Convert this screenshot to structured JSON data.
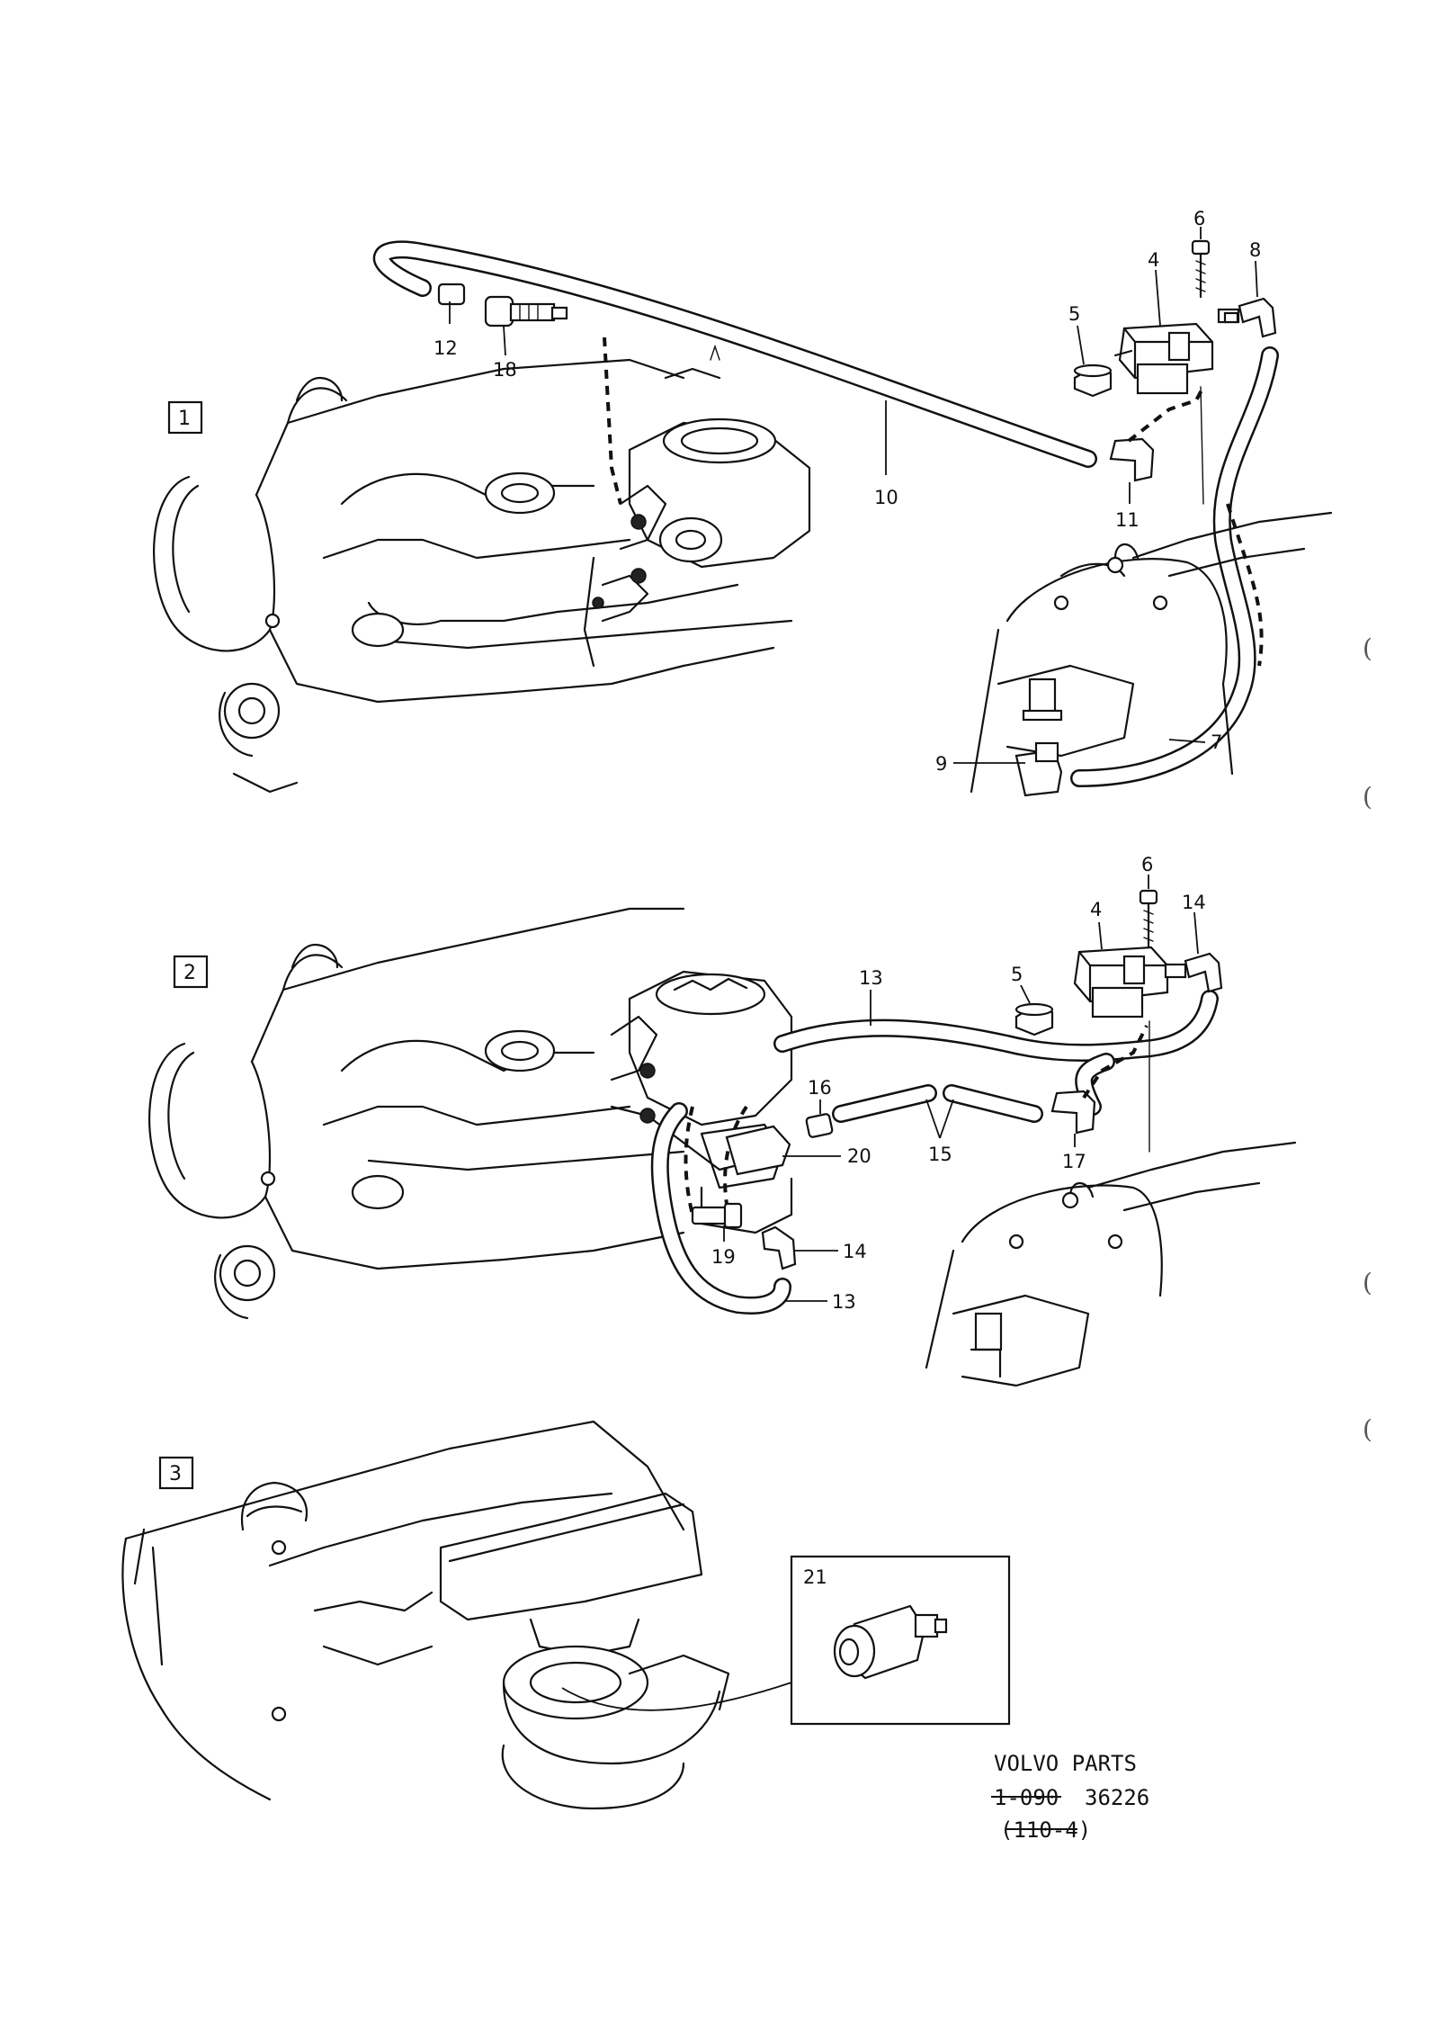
{
  "figures": [
    {
      "id": "1",
      "callouts": {
        "c12": "12",
        "c18": "18",
        "c10": "10",
        "c5": "5",
        "c4": "4",
        "c6": "6",
        "c8": "8",
        "c11": "11",
        "c9": "9",
        "c7": "7"
      }
    },
    {
      "id": "2",
      "callouts": {
        "c13a": "13",
        "c5": "5",
        "c4": "4",
        "c6": "6",
        "c14a": "14",
        "c16": "16",
        "c15": "15",
        "c17": "17",
        "c20": "20",
        "c19": "19",
        "c14b": "14",
        "c13b": "13"
      }
    },
    {
      "id": "3",
      "callouts": {
        "c21": "21"
      }
    }
  ],
  "footer": {
    "brand": "VOLVO PARTS",
    "old_code": "1-090",
    "ref_number": "36226",
    "old_group": "(110-4)"
  },
  "margin_marks": [
    "(",
    "(",
    "(",
    "("
  ]
}
